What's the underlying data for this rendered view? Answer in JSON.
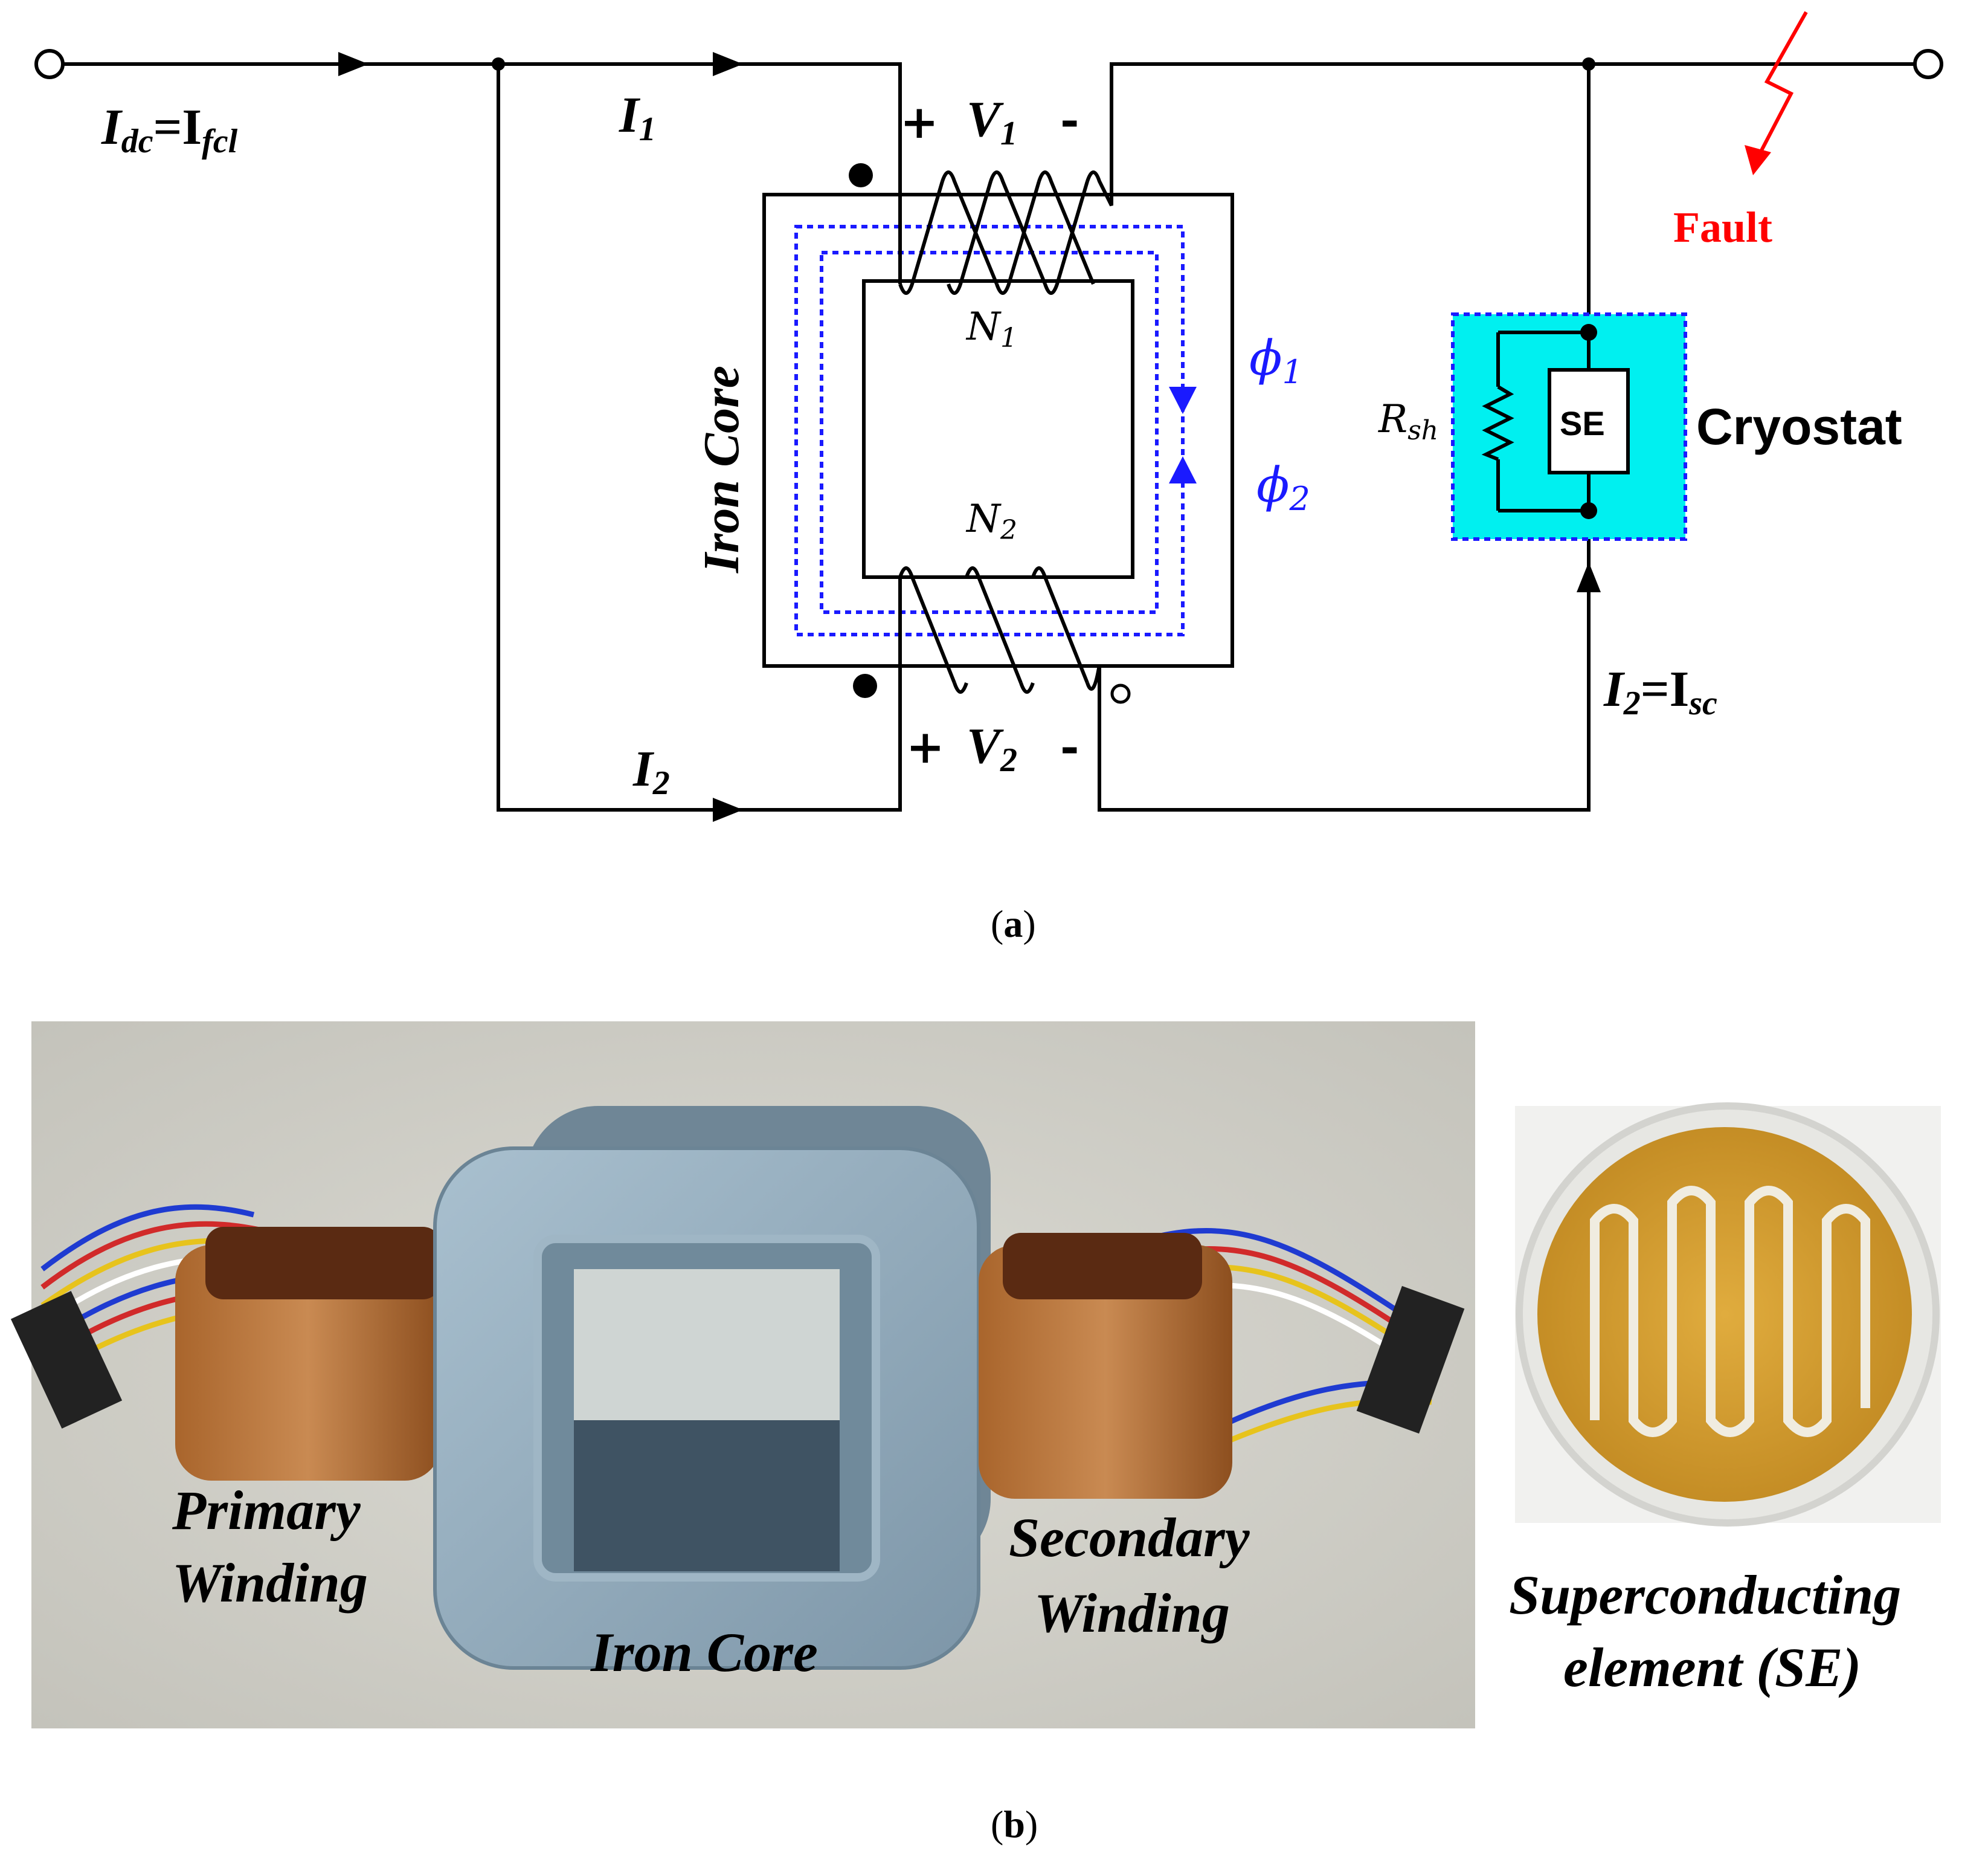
{
  "circuit": {
    "label_idc": "I",
    "label_idc_sub": "dc",
    "label_idc_eq": "=I",
    "label_idc_sub2": "fcl",
    "label_i1": "I",
    "label_i1_sub": "1",
    "label_i2_top": "I",
    "label_i2_top_sub": "2",
    "label_v1_plus": "+",
    "label_v1": "V",
    "label_v1_sub": "1",
    "label_v1_minus": "-",
    "label_v2_plus": "+",
    "label_v2": "V",
    "label_v2_sub": "2",
    "label_v2_minus": "-",
    "label_n1": "N",
    "label_n1_sub": "1",
    "label_n2": "N",
    "label_n2_sub": "2",
    "label_phi1": "ϕ",
    "label_phi1_sub": "1",
    "label_phi2": "ϕ",
    "label_phi2_sub": "2",
    "label_iron_core": "Iron Core",
    "label_rsh": "R",
    "label_rsh_sub": "sh",
    "label_se": "SE",
    "label_cryostat": "Cryostat",
    "label_fault": "Fault",
    "label_isc": "I",
    "label_isc_sub": "2",
    "label_isc_eq": "=I",
    "label_isc_sub2": "sc",
    "caption_open": "(",
    "caption_letter": "a",
    "caption_close": ")"
  },
  "photo": {
    "label_primary_1": "Primary",
    "label_primary_2": "Winding",
    "label_iron_core": "Iron Core",
    "label_secondary_1": "Secondary",
    "label_secondary_2": "Winding",
    "label_se_1": "Superconducting",
    "label_se_2": "element (SE)",
    "caption_open": "(",
    "caption_letter": "b",
    "caption_close": ")"
  },
  "colors": {
    "wire": "#000000",
    "flux": "#1a1aff",
    "fault": "#ff0000",
    "cryostat_fill": "#00f0f0",
    "copper": "#b8703a",
    "core_blue": "#8ea7b8",
    "floor": "#d7d6cf",
    "se_gold": "#d8a030"
  }
}
